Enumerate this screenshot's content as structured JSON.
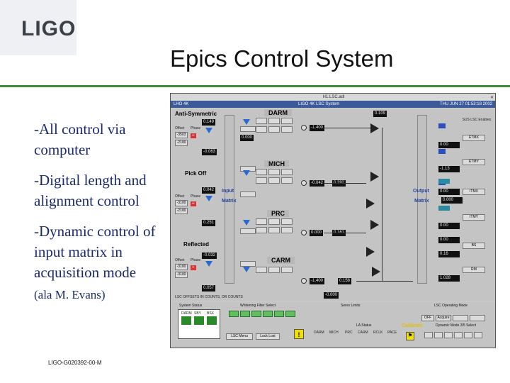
{
  "slide": {
    "logo": "LIGO",
    "title": "Epics Control System",
    "bullets": [
      "-All control via computer",
      "-Digital  length and alignment control",
      "-Dynamic control of input matrix in acquisition mode",
      "(ala M. Evans)"
    ],
    "footer_code": "LIGO-G020392-00-M"
  },
  "screen": {
    "window_title": "H1:LSC.adl",
    "header_left": "LHO 4K",
    "header_center": "LIGO 4K LSC System",
    "header_right": "THU JUN 27 01:53:18 2002",
    "panel_title": "Anti-Symmetric",
    "offset_label": "Offset",
    "phase_label": "Phase",
    "rows": [
      {
        "top_value": "0.149",
        "sub_value": "-0.063",
        "offsets": [
          "-3503",
          "-2100"
        ]
      },
      {
        "top_value": "0.042",
        "sub_value": "0.251",
        "offsets": [
          "-3100",
          "-2100"
        ]
      },
      {
        "top_value": "-0.032",
        "sub_value": "0.057",
        "offsets": [
          "-3100",
          "-3100"
        ]
      }
    ],
    "pick_off": "Pick Off",
    "reflected": "Reflected",
    "input_label": "Input",
    "matrix_label": "Matrix",
    "output_label": "Output",
    "darm": {
      "label": "DARM",
      "value": "0.109",
      "out": "-1.400",
      "sub": "0.000"
    },
    "mich": {
      "label": "MICH",
      "value": "-0.042",
      "out": "0.392"
    },
    "prc": {
      "label": "PRC",
      "value": "0.000",
      "out": "0.161"
    },
    "carm": {
      "label": "CARM",
      "value": "-1.400",
      "out": "0.158",
      "tidal": "-0.000"
    },
    "out_values": [
      "0.00",
      "-1.13",
      "0.00",
      "0.000",
      "0.00",
      "0.00",
      "0.16",
      "1.028"
    ],
    "enables_title": "SUS LSC Enables",
    "ops": [
      "ETMX",
      "ETMY",
      "ITMX",
      "ITMY",
      "BS",
      "RM"
    ],
    "footer_note": "LSC OFFSETS IN COUNTS, OR COUNTS",
    "bottom": {
      "system_status": "System Status",
      "sig_labels": [
        "DARM",
        "SBY",
        "BSX"
      ],
      "whitening": "Whitening Filter Select",
      "servo_limits": "Servo Limits",
      "lsc_mode": "LSC Operating Mode",
      "lsc_menu": "LSC Menu",
      "lock_lost": "Lock Lost",
      "status_label": "LA Status",
      "calibrate": "Calibrate",
      "mode_select": "Dynamic Mode 3/5 Select",
      "off_label": "OFF",
      "acquire": "Acquire",
      "cm_labels": [
        "DARM",
        "MICH",
        "PRC",
        "CARM",
        "RCLK",
        "PACE"
      ]
    }
  }
}
